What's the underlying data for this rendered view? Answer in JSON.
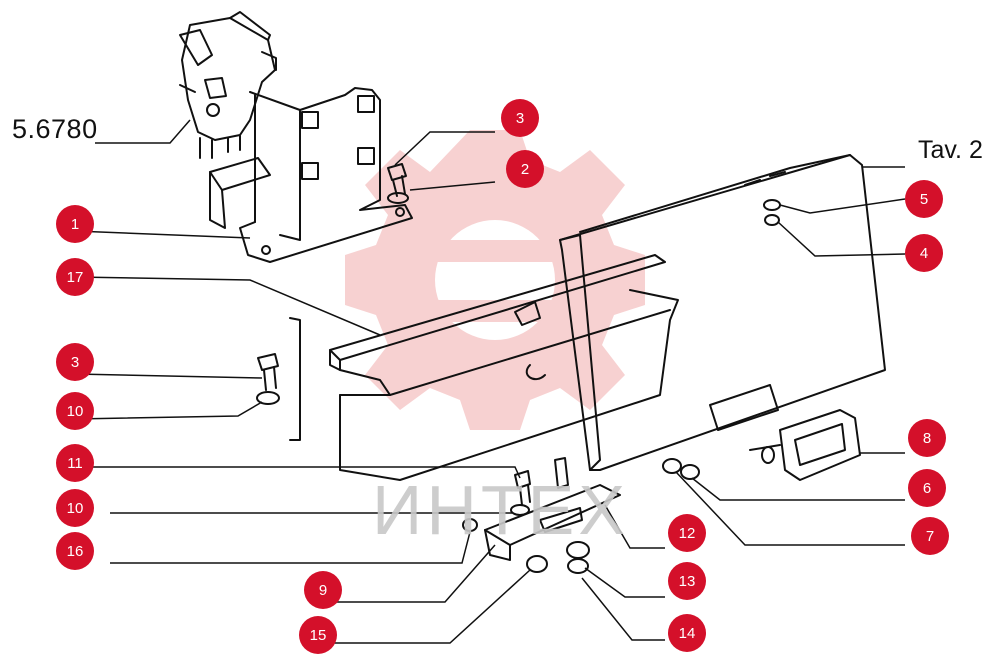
{
  "figure": {
    "part_number": "5.6780",
    "table_label": "Tav. 2",
    "watermark_text": "ИНТЕХ"
  },
  "callouts": [
    {
      "id": "c-3a",
      "text": "3"
    },
    {
      "id": "c-2",
      "text": "2"
    },
    {
      "id": "c-1",
      "text": "1"
    },
    {
      "id": "c-17",
      "text": "17"
    },
    {
      "id": "c-3b",
      "text": "3"
    },
    {
      "id": "c-10a",
      "text": "10"
    },
    {
      "id": "c-11",
      "text": "11"
    },
    {
      "id": "c-10b",
      "text": "10"
    },
    {
      "id": "c-16",
      "text": "16"
    },
    {
      "id": "c-9",
      "text": "9"
    },
    {
      "id": "c-15",
      "text": "15"
    },
    {
      "id": "c-5",
      "text": "5"
    },
    {
      "id": "c-4",
      "text": "4"
    },
    {
      "id": "c-8",
      "text": "8"
    },
    {
      "id": "c-6",
      "text": "6"
    },
    {
      "id": "c-7",
      "text": "7"
    },
    {
      "id": "c-12",
      "text": "12"
    },
    {
      "id": "c-13",
      "text": "13"
    },
    {
      "id": "c-14",
      "text": "14"
    }
  ],
  "colors": {
    "callout_fill": "#d4102a",
    "line": "#111111",
    "watermark": "#f6c9c9"
  }
}
